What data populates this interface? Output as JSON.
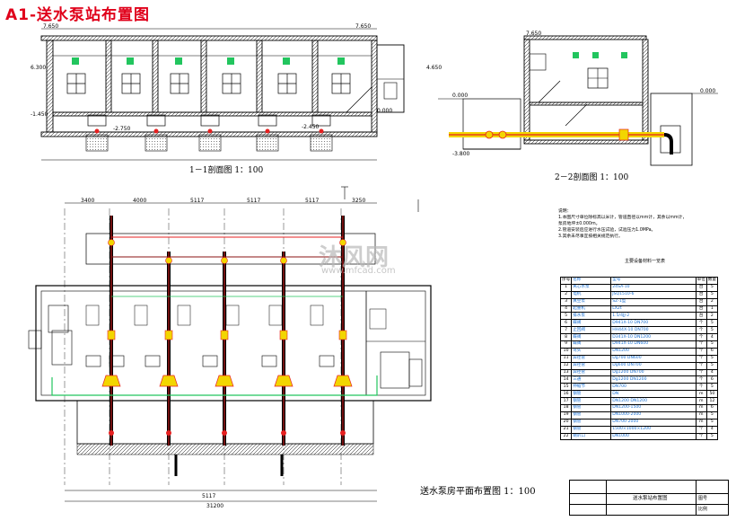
{
  "title": "A1-送水泵站布置图",
  "captions": {
    "section_1_1": "1－1剖面图 1：100",
    "section_2_2": "2－2剖面图 1：100",
    "plan": "送水泵房平面布置图 1：100"
  },
  "notes": {
    "heading": "说明：",
    "lines": [
      "1.本图尺寸单位除标高以米计，管道直径以mm计，其余以mm计，",
      "  泵房地坪±0.000m。",
      "2.管道安装后应进行水压试验，试验压力1.0MPa。",
      "3.其余未尽事宜按相关规范执行。"
    ]
  },
  "equipment_table": {
    "title": "主要设备材料一览表",
    "header": [
      "序号",
      "名称",
      "型号",
      "单位",
      "数量"
    ],
    "rows": [
      [
        "1",
        "离心水泵",
        "24SA-10",
        "台",
        "5"
      ],
      [
        "2",
        "电机",
        "JSQ1510-6",
        "台",
        "5"
      ],
      [
        "3",
        "真空泵",
        "SZ-1型",
        "台",
        "2"
      ],
      [
        "4",
        "起重机",
        "LX2t",
        "台",
        "1"
      ],
      [
        "5",
        "排水泵",
        "1.5/4JJ-2",
        "台",
        "2"
      ],
      [
        "6",
        "蝶阀",
        "D941X-10 DN700",
        "个",
        "5"
      ],
      [
        "7",
        "止回阀",
        "HH44X-10 DN700",
        "个",
        "5"
      ],
      [
        "8",
        "蝶阀",
        "D341X-10 DN1200",
        "个",
        "4"
      ],
      [
        "9",
        "蝶阀",
        "D941X-10 DN600",
        "个",
        "5"
      ],
      [
        "10",
        "弯头",
        "DN1200",
        "个",
        "6"
      ],
      [
        "11",
        "异径管",
        "Dg700 DN600",
        "个",
        "5"
      ],
      [
        "12",
        "异径管",
        "Dg600 DN700",
        "个",
        "5"
      ],
      [
        "13",
        "异径管",
        "Dg1200 DN700",
        "个",
        "4"
      ],
      [
        "14",
        "三通",
        "Dg1200 DN1200",
        "个",
        "6"
      ],
      [
        "15",
        "伸缩节",
        "DN700",
        "个",
        "5"
      ],
      [
        "16",
        "钢管",
        "DN",
        "m",
        "50"
      ],
      [
        "17",
        "钢管",
        "DN1200 DN1200",
        "m",
        "12"
      ],
      [
        "18",
        "钢管",
        "DN1200-1500",
        "m",
        "6"
      ],
      [
        "19",
        "钢管",
        "DN1000-2000",
        "m",
        "5"
      ],
      [
        "20",
        "钢管",
        "DN700-2000",
        "m",
        "5"
      ],
      [
        "21",
        "钢管",
        "1500×1000×1200",
        "个",
        "4"
      ],
      [
        "22",
        "喇叭口",
        "DN1000",
        "个",
        "5"
      ]
    ]
  },
  "title_block": {
    "drawing_name": "送水泵站布置图",
    "label_1": "图号",
    "label_2": "比例"
  },
  "watermark": {
    "main": "沐风网",
    "url": "www.mfcad.com"
  },
  "dims": {
    "total_width": "31200",
    "bay_1": "4000",
    "bay_2": "5117",
    "bay_3": "5117",
    "bay_4": "5117",
    "bay_5": "5117",
    "left_end": "3400",
    "right_end": "3250",
    "elev_1": "7.650",
    "elev_2": "6.300",
    "elev_3": "4.650",
    "elev_4": "0.000",
    "elev_5": "-1.450",
    "elev_6": "-2.450",
    "elev_7": "-2.750",
    "elev_8": "-3.800"
  },
  "colors": {
    "title": "#e0001a",
    "pipe": "#e62020",
    "window_green": "#22c55e",
    "outline": "#000000",
    "dim": "#000000",
    "yellow": "#f2d600",
    "table_text": "#1a6fd1"
  }
}
